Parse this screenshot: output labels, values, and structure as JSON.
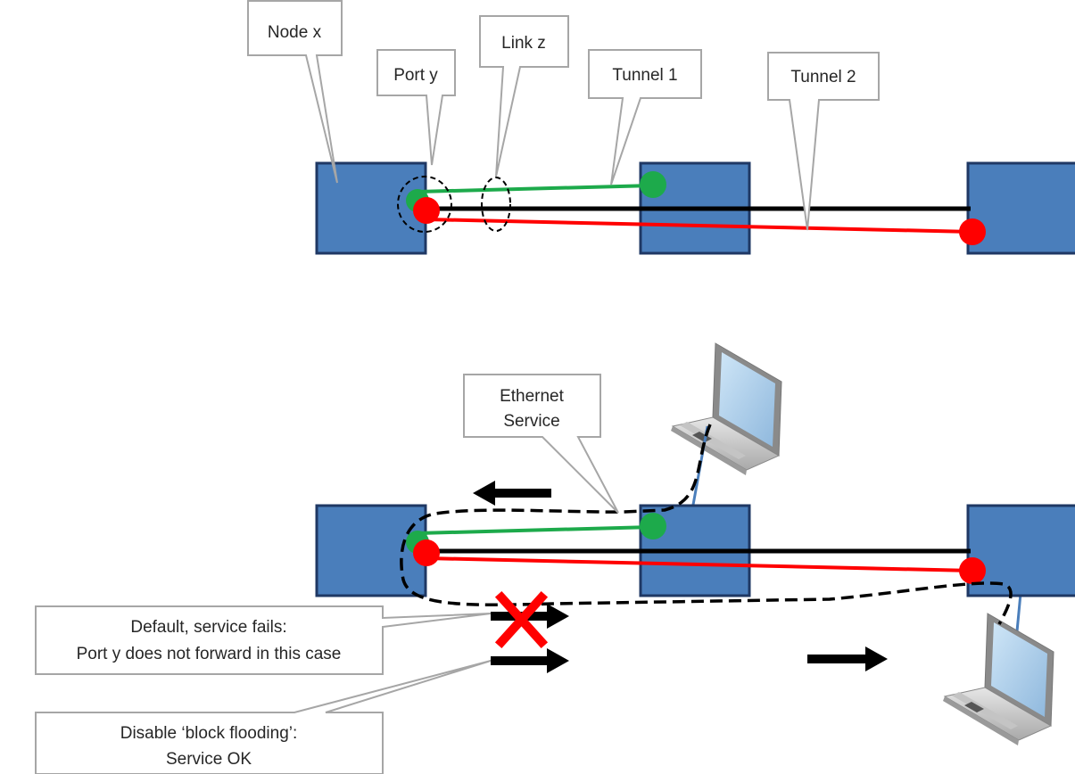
{
  "callouts": {
    "node_x": "Node x",
    "link_z": "Link z",
    "port_y": "Port y",
    "tunnel_1": "Tunnel 1",
    "tunnel_2": "Tunnel 2",
    "ethernet_service_line1": "Ethernet",
    "ethernet_service_line2": "Service",
    "default_line1": "Default, service fails:",
    "default_line2": "Port y does not forward in this case",
    "disable_line1": "Disable ‘block flooding’:",
    "disable_line2": "Service OK"
  },
  "colors": {
    "node_fill": "#4a7ebb",
    "node_border": "#1f3864",
    "tunnel_1": "#1daa4b",
    "tunnel_2": "#ff0000",
    "link": "#000000",
    "callout_border": "#a6a6a6",
    "access_link": "#4a7ebb",
    "blocked_mark": "#ff0000"
  },
  "icons": [
    "laptop-icon",
    "arrow-icon",
    "blocked-x-icon"
  ]
}
